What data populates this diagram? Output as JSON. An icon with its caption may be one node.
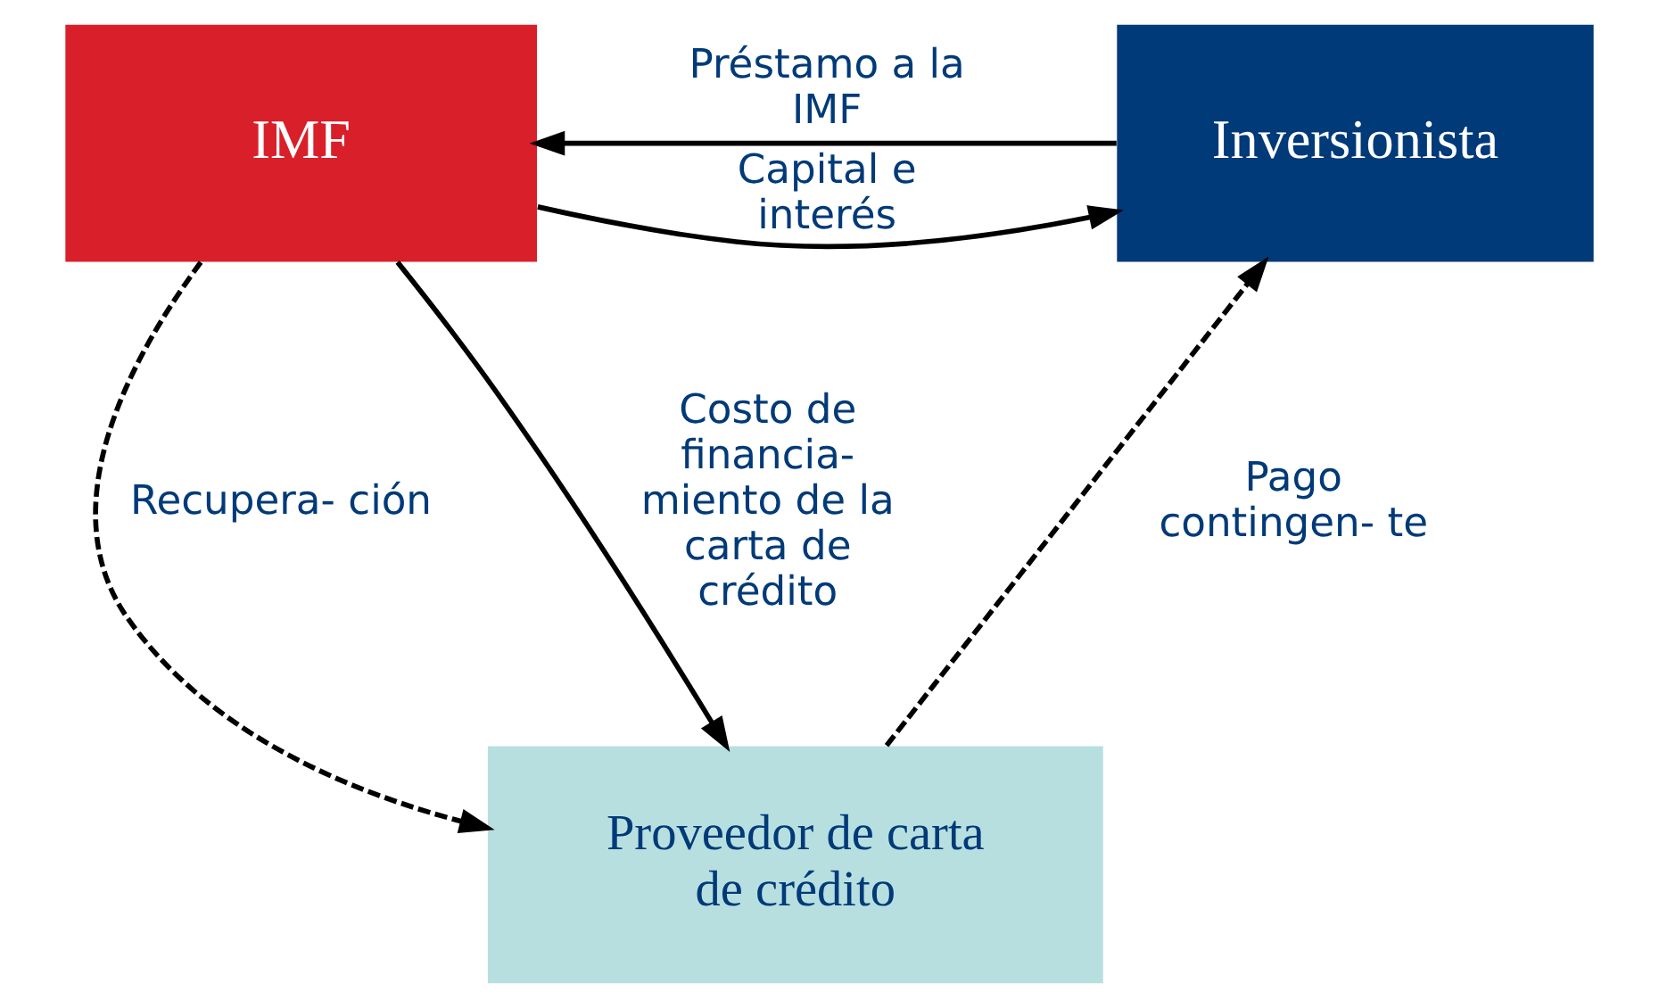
{
  "diagram": {
    "nodes": [
      {
        "text": [
          "IMF"
        ]
      },
      {
        "text": [
          "Inversionista"
        ]
      },
      {
        "text": [
          "Proveedor de carta de crédito"
        ]
      }
    ],
    "edges": [
      {
        "from": 0,
        "to": 1,
        "arrow": "to",
        "label": "Capital e interés"
      },
      {
        "from": 1,
        "to": 0,
        "arrow": "to",
        "label": "Préstamo a la IMF"
      },
      {
        "from": 0,
        "to": 2,
        "arrow": "to",
        "style": "dashed",
        "label": "Recupera- ción"
      },
      {
        "from": 0,
        "to": 2,
        "arrow": "to",
        "label": "Costo de financia- miento de la carta de crédito"
      },
      {
        "from": 2,
        "to": 1,
        "arrow": "to",
        "style": "dashed",
        "label": "Pago contingen- te"
      }
    ]
  }
}
